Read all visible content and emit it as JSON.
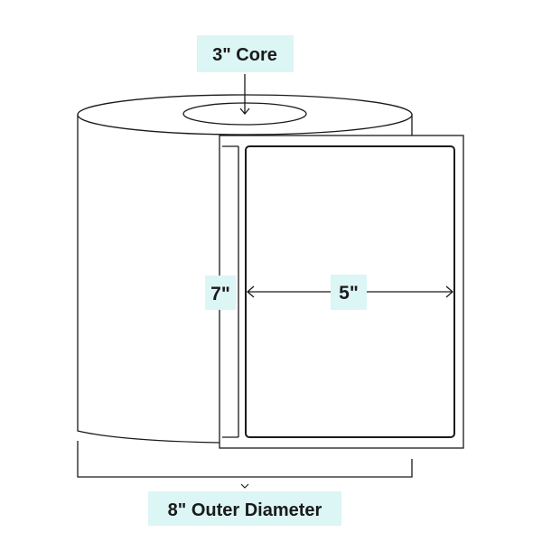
{
  "labels": {
    "core": "3\" Core",
    "height": "7\"",
    "width": "5\"",
    "outer_diameter": "8\" Outer Diameter"
  },
  "colors": {
    "label_background": "#dcf5f5",
    "stroke": "#1a1a1a",
    "fill": "#ffffff"
  }
}
